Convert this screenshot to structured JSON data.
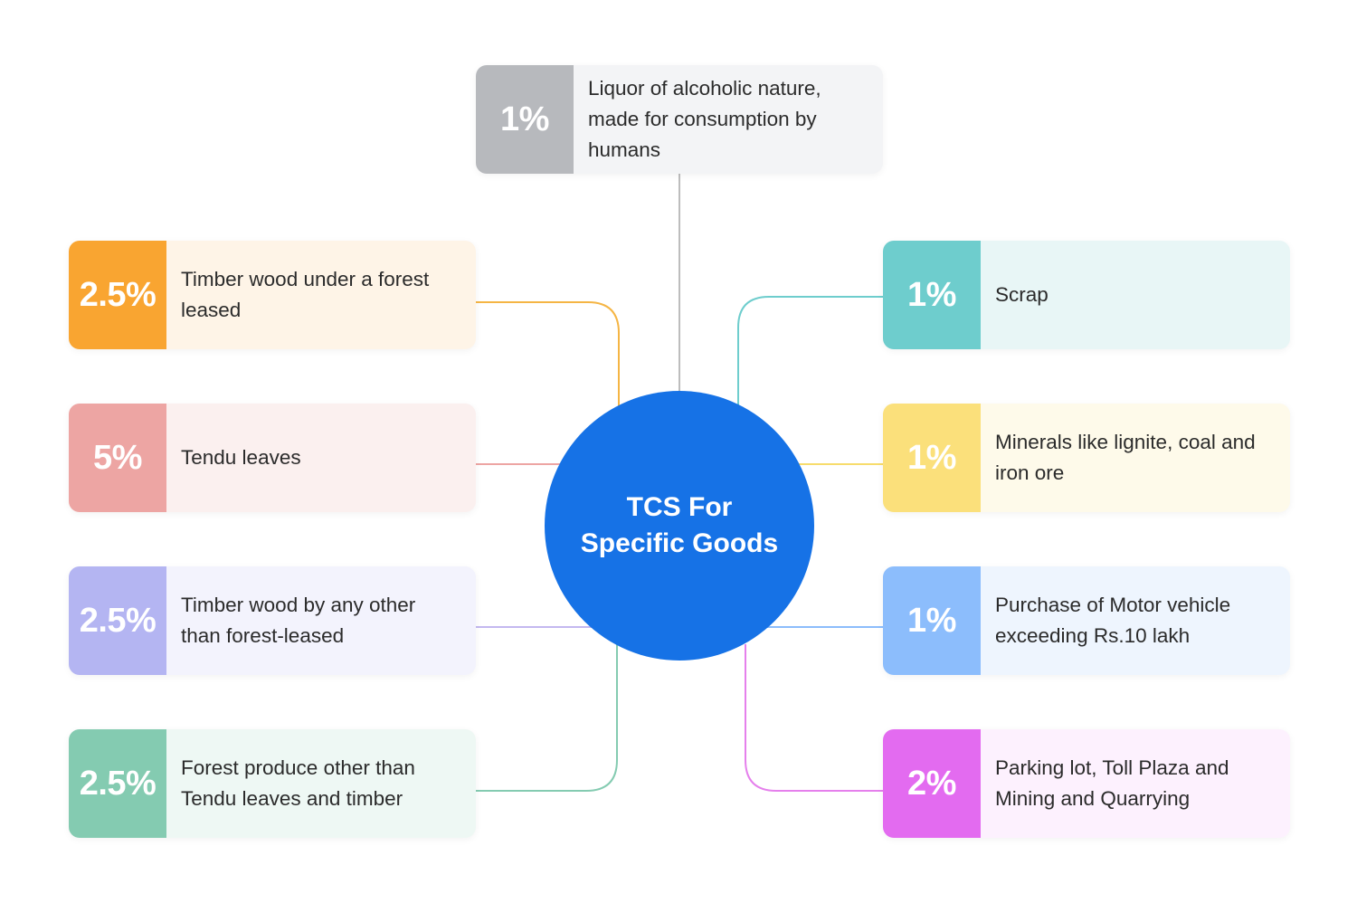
{
  "center": {
    "title": "TCS For Specific Goods",
    "color": "#1672e6"
  },
  "items": [
    {
      "id": "liquor",
      "rate": "1%",
      "label": "Liquor of alcoholic nature, made for consumption by humans",
      "accent": "#b7b9bd",
      "tint": "#f3f4f6",
      "line": "#bdbdbd"
    },
    {
      "id": "timber-forest-leased",
      "rate": "2.5%",
      "label": "Timber wood under a forest leased",
      "accent": "#f9a531",
      "tint": "#fef4e7",
      "line": "#f5b544"
    },
    {
      "id": "tendu-leaves",
      "rate": "5%",
      "label": "Tendu leaves",
      "accent": "#eda5a3",
      "tint": "#fbf0ef",
      "line": "#eda5a3"
    },
    {
      "id": "timber-other",
      "rate": "2.5%",
      "label": "Timber wood by any other than forest-leased",
      "accent": "#b4b5f2",
      "tint": "#f3f3fd",
      "line": "#c3b8f0"
    },
    {
      "id": "forest-produce",
      "rate": "2.5%",
      "label": "Forest produce other than Tendu leaves and timber",
      "accent": "#84cbb1",
      "tint": "#eef8f4",
      "line": "#84cbb1"
    },
    {
      "id": "scrap",
      "rate": "1%",
      "label": "Scrap",
      "accent": "#6ecdcd",
      "tint": "#e8f6f6",
      "line": "#6ecdcd"
    },
    {
      "id": "minerals",
      "rate": "1%",
      "label": "Minerals like lignite, coal and iron ore",
      "accent": "#fbe07b",
      "tint": "#fefaea",
      "line": "#f7dc6c"
    },
    {
      "id": "motor-vehicle",
      "rate": "1%",
      "label": "Purchase of Motor vehicle exceeding Rs.10 lakh",
      "accent": "#8cbdfc",
      "tint": "#eef5fe",
      "line": "#8cbdfc"
    },
    {
      "id": "parking-toll-mining",
      "rate": "2%",
      "label": "Parking lot, Toll Plaza and Mining and Quarrying",
      "accent": "#e36bf0",
      "tint": "#fdf1fe",
      "line": "#e580ec"
    }
  ]
}
